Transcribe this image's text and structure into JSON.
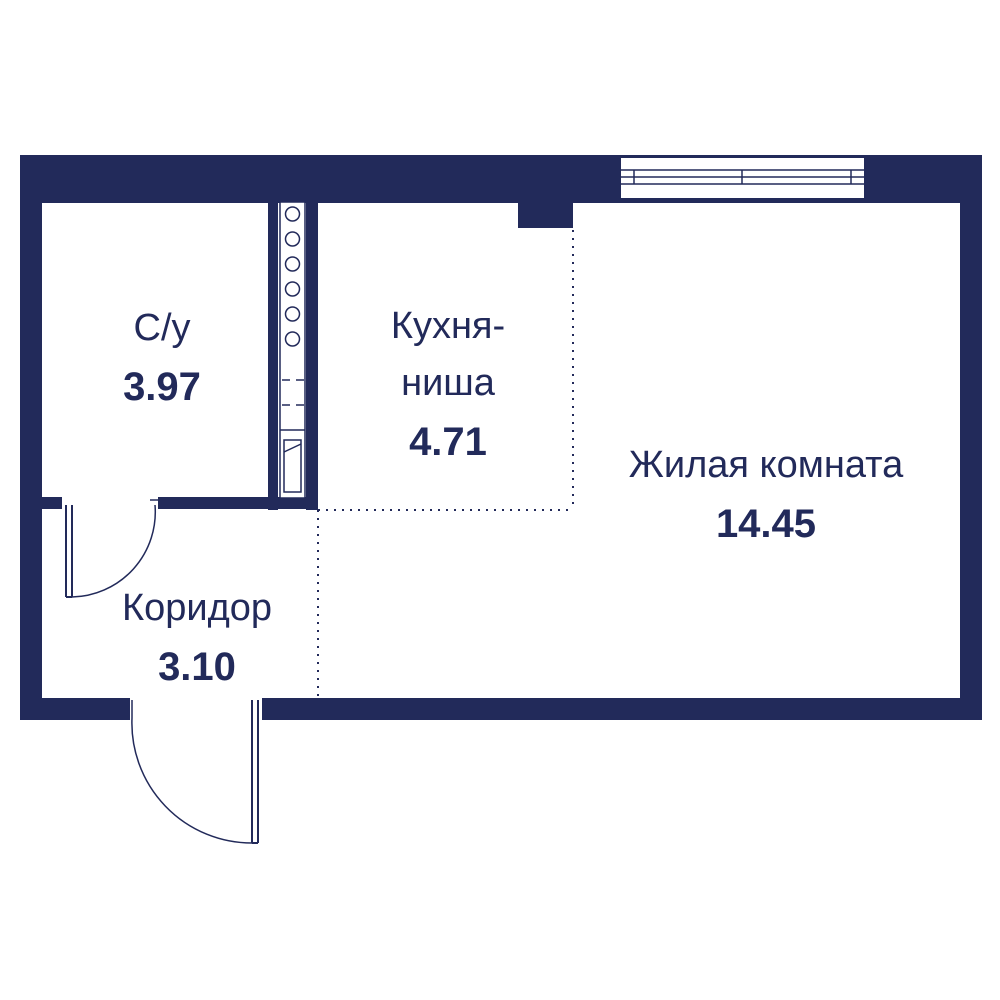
{
  "colors": {
    "wall": "#222a5a",
    "background": "#ffffff",
    "window": "#ffffff"
  },
  "rooms": {
    "bathroom": {
      "name": "С/у",
      "area": "3.97"
    },
    "kitchen": {
      "name_line1": "Кухня-",
      "name_line2": "ниша",
      "area": "4.71"
    },
    "living_room": {
      "name": "Жилая комната",
      "area": "14.45"
    },
    "corridor": {
      "name": "Коридор",
      "area": "3.10"
    }
  }
}
